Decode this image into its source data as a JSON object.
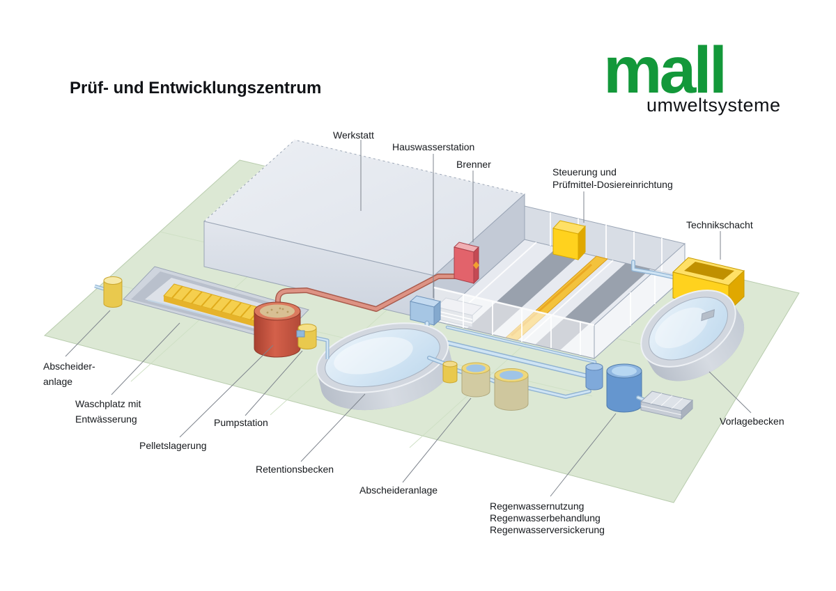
{
  "title": "Prüf- und Entwicklungszentrum",
  "logo": {
    "brand": "mall",
    "subtitle": "umweltsysteme"
  },
  "labels": {
    "werkstatt": "Werkstatt",
    "hauswasserstation": "Hauswasserstation",
    "brenner": "Brenner",
    "steuerung": {
      "line1": "Steuerung und",
      "line2": "Prüfmittel-Dosiereinrichtung"
    },
    "technikschacht": "Technikschacht",
    "abscheider_left": {
      "line1": "Abscheider-",
      "line2": "anlage"
    },
    "waschplatz": {
      "line1": "Waschplatz mit",
      "line2": "Entwässerung"
    },
    "pumpstation": "Pumpstation",
    "pelletslagerung": "Pelletslagerung",
    "retentionsbecken": "Retentionsbecken",
    "abscheideranlage": "Abscheideranlage",
    "regenwasser": {
      "line1": "Regenwassernutzung",
      "line2": "Regenwasserbehandlung",
      "line3": "Regenwasserversickerung"
    },
    "vorlagebecken": "Vorlagebecken"
  },
  "colors": {
    "brand_green": "#13983a",
    "ground_green": "#dce8d4",
    "building_gray": "#e4e8ee",
    "accent_yellow": "#ffd21e",
    "accent_red": "#e2636b",
    "pipe_blue": "#cfe4f4",
    "heating_pipe_red": "#dd9384",
    "water_blue": "#c9e0f2"
  }
}
